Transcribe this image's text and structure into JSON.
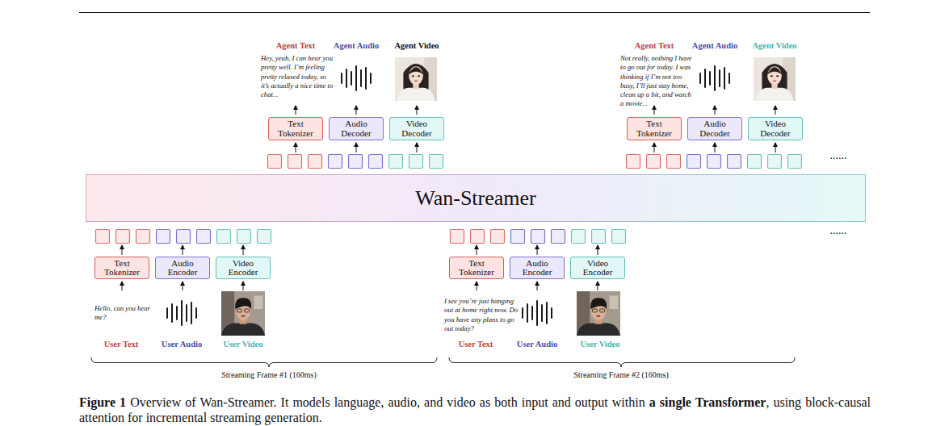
{
  "diagram": {
    "caption": "Figure 1 Overview of Wan-Streamer. It models language, audio, and video as both input and output within a single Transformer, using block-causal attention for incremental streaming generation.",
    "nodes": [
      {
        "text": [
          "Text Tokenizer"
        ]
      },
      {
        "text": [
          "Audio Decoder"
        ]
      },
      {
        "text": [
          "Video Decoder"
        ]
      },
      {
        "text": [
          "Text Tokenizer"
        ]
      },
      {
        "text": [
          "Audio Decoder"
        ]
      },
      {
        "text": [
          "Video Decoder"
        ]
      },
      {
        "text": [
          "Wan-Streamer"
        ]
      },
      {
        "text": [
          "Text Tokenizer"
        ]
      },
      {
        "text": [
          "Audio Encoder"
        ]
      },
      {
        "text": [
          "Video Encoder"
        ]
      },
      {
        "text": [
          "Text Tokenizer"
        ]
      },
      {
        "text": [
          "Audio Encoder"
        ]
      },
      {
        "text": [
          "Video Encoder"
        ]
      }
    ],
    "labels": [
      "Agent Text",
      "Agent Audio",
      "Agent Video",
      "Hey, yeah, I can hear you pretty well. I’m feeling pretty relaxed today, so it’s actually a nice time to chat...",
      "Agent Text",
      "Agent Audio",
      "Agent Video",
      "Not really, nothing I have to go out for today. I was thinking if I’m not too busy, I’ll just stay home, clean up a bit, and watch a movie...",
      "......",
      "......",
      "Hello, can you hear me?",
      "User Text",
      "User Audio",
      "User Video",
      "Streaming Frame #1 (160ms)",
      "I see you’re just hanging out at home right now. Do you have any plans to go out today?",
      "User Text",
      "User Audio",
      "User Video",
      "Streaming Frame #2 (160ms)"
    ]
  }
}
